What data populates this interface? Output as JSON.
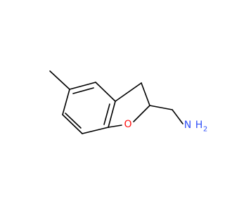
{
  "molecule": {
    "atoms": {
      "oxygen": "O",
      "nitrogen": "N",
      "hydrogen": "H",
      "hydrogen_count": "2"
    },
    "colors": {
      "bond": "#000000",
      "oxygen": "#ff0d0d",
      "nitrogen": "#3050f8",
      "background": "#ffffff"
    }
  }
}
